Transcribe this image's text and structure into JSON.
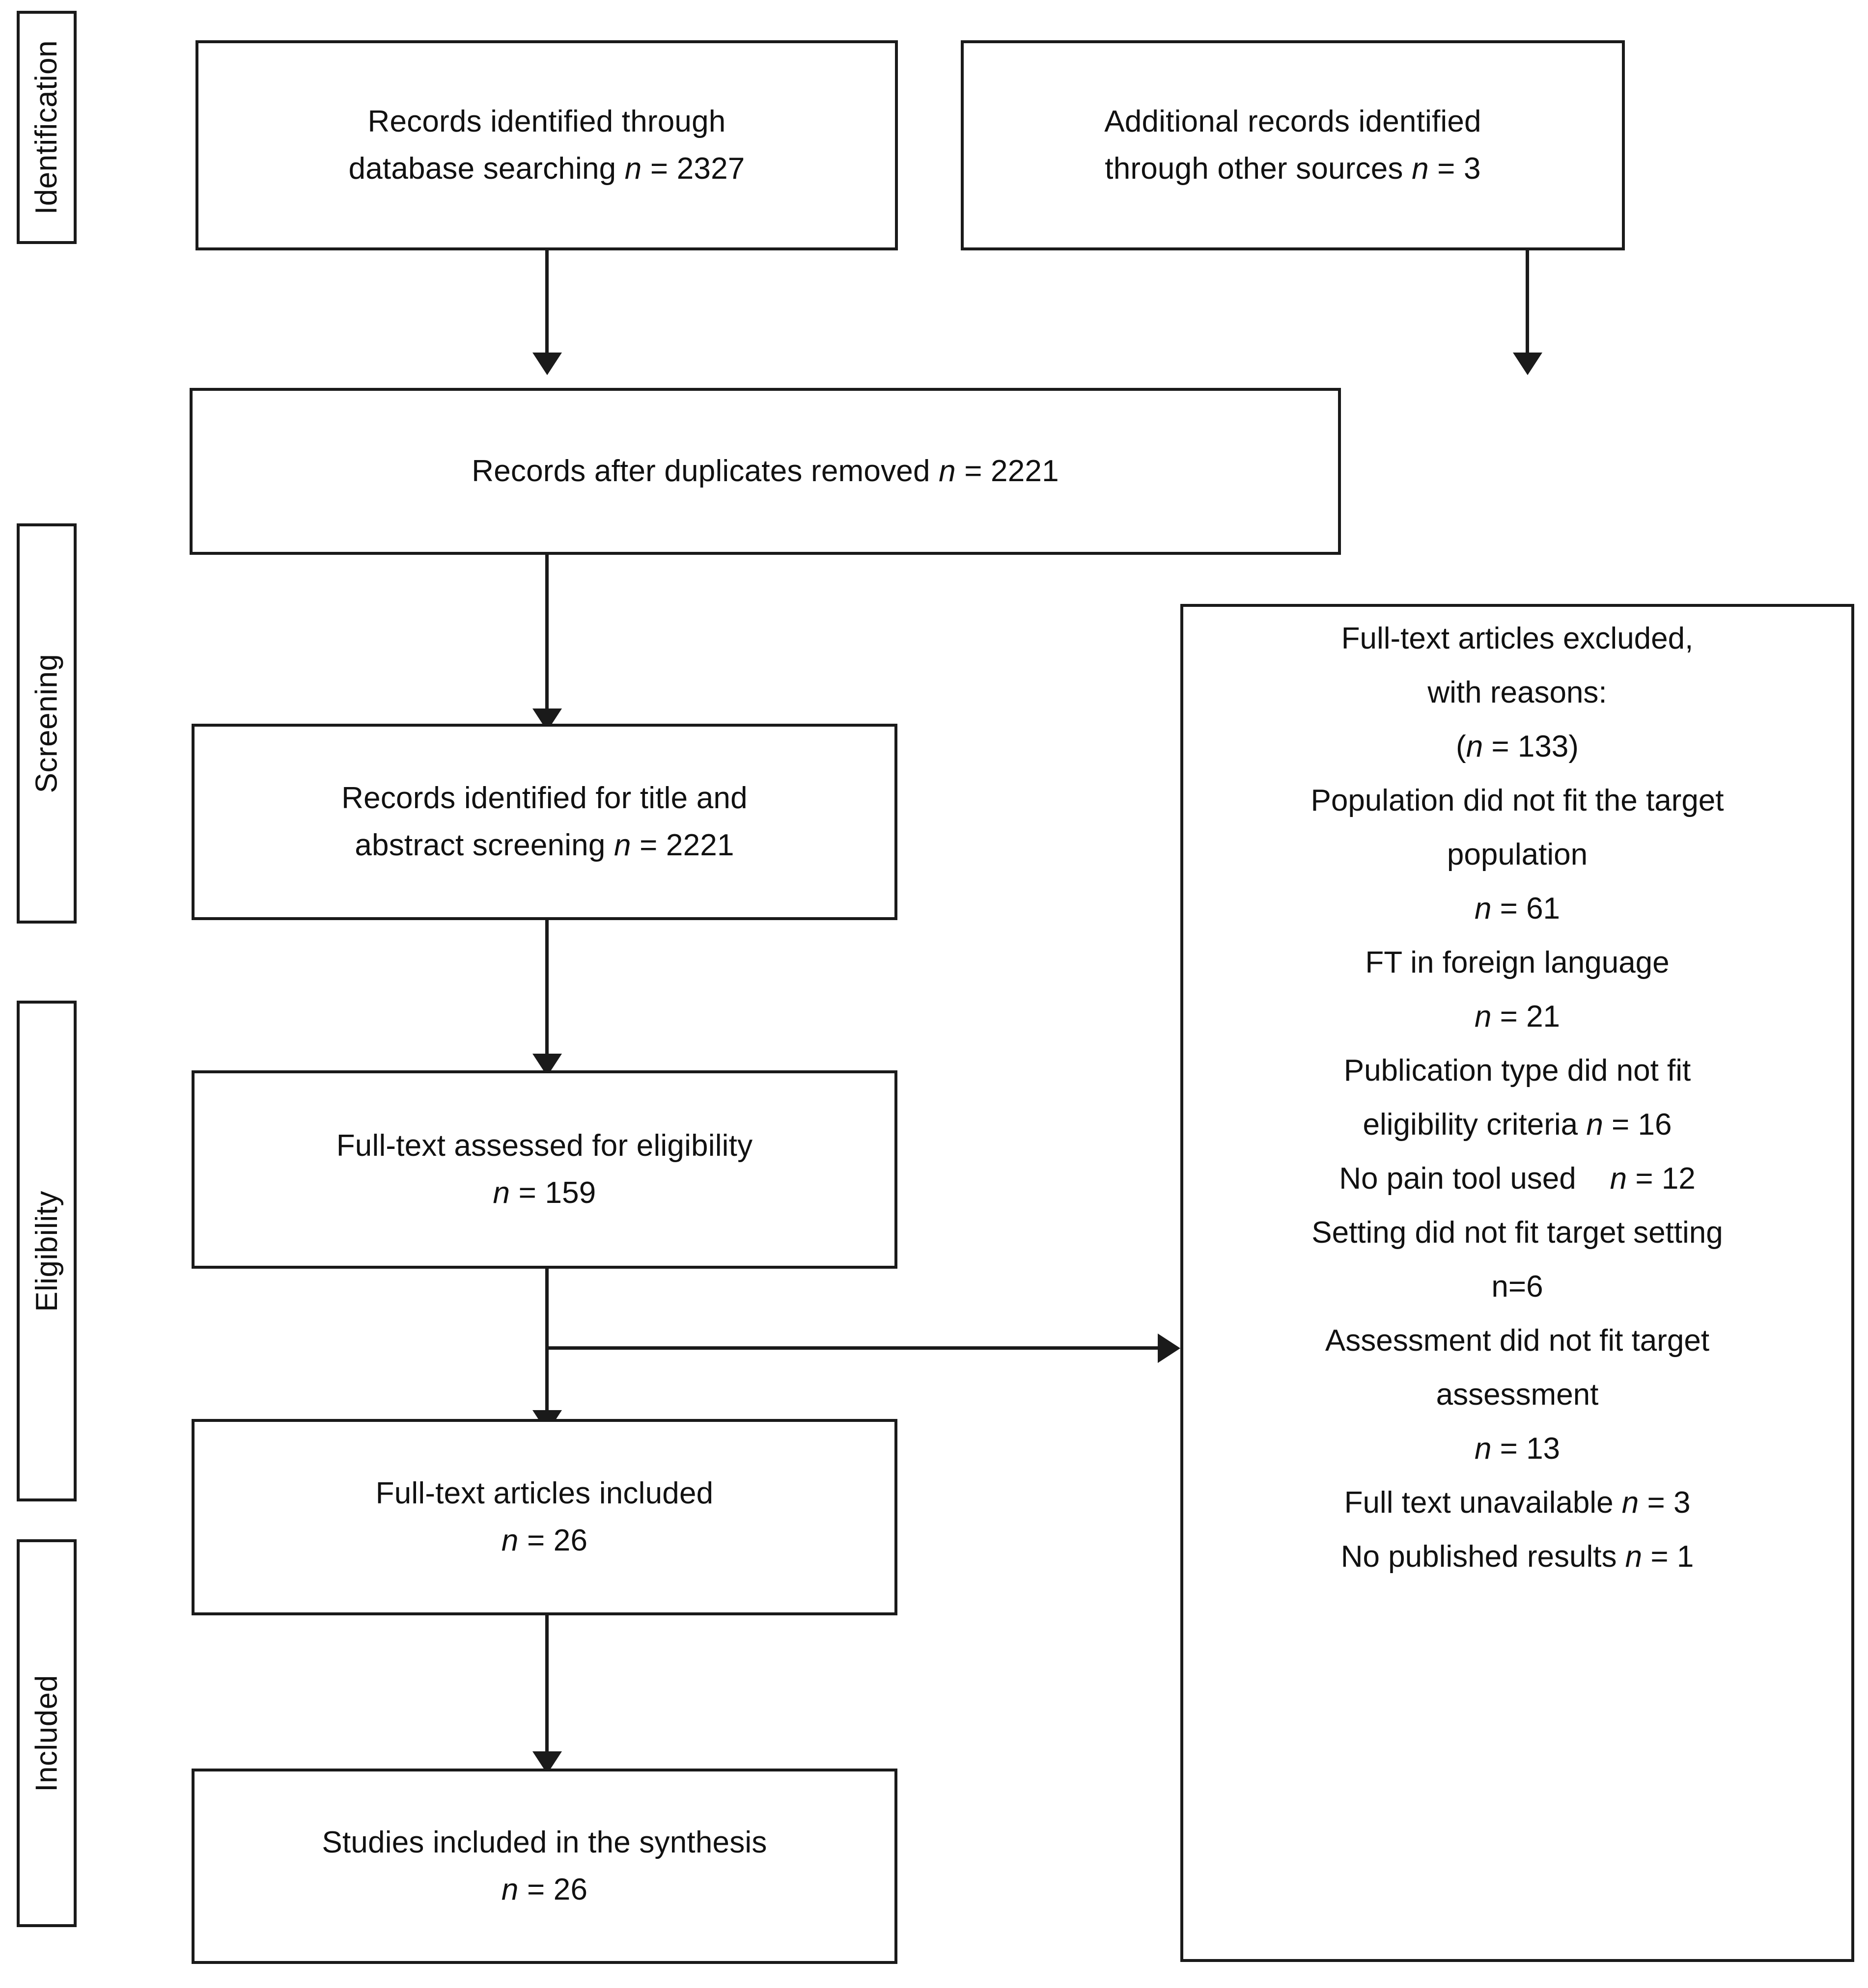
{
  "diagram": {
    "type": "prisma-flow-diagram",
    "stages": [
      {
        "id": "identification",
        "label": "Identification"
      },
      {
        "id": "screening",
        "label": "Screening"
      },
      {
        "id": "eligibility",
        "label": "Eligibility"
      },
      {
        "id": "included",
        "label": "Included"
      }
    ],
    "boxes": {
      "records_database": {
        "lines": [
          "Records identified through",
          "database searching n = 2327"
        ],
        "n": 2327
      },
      "records_other": {
        "lines": [
          "Additional records identified",
          "through other sources n = 3"
        ],
        "n": 3
      },
      "duplicates_removed": {
        "lines": [
          "Records after duplicates removed n = 2221"
        ],
        "n": 2221
      },
      "title_abstract_screening": {
        "lines": [
          "Records identified for title and",
          "abstract screening n = 2221"
        ],
        "n": 2221
      },
      "fulltext_eligibility": {
        "lines": [
          "Full-text assessed for eligibility",
          "n = 159"
        ],
        "n": 159
      },
      "fulltext_included": {
        "lines": [
          "Full-text articles included",
          "n = 26"
        ],
        "n": 26
      },
      "studies_synthesis": {
        "lines": [
          "Studies included in the synthesis",
          "n = 26"
        ],
        "n": 26
      },
      "excluded": {
        "lines": [
          "Full-text articles excluded,",
          "with reasons:",
          "(n = 133)",
          "Population did not fit the target",
          "population",
          "n = 61",
          "FT in foreign language",
          "n = 21",
          "Publication type did not fit",
          "eligibility criteria n = 16",
          "No pain tool used    n = 12",
          "Setting did not fit target setting",
          "n=6",
          "Assessment did not fit target",
          "assessment",
          "n = 13",
          "Full text unavailable n = 3",
          "No published results n = 1"
        ],
        "total": 133,
        "reasons": [
          {
            "reason": "Population did not fit the target population",
            "n": 61
          },
          {
            "reason": "FT in foreign language",
            "n": 21
          },
          {
            "reason": "Publication type did not fit eligibility criteria",
            "n": 16
          },
          {
            "reason": "No pain tool used",
            "n": 12
          },
          {
            "reason": "Setting did not fit target setting",
            "n": 6
          },
          {
            "reason": "Assessment did not fit target assessment",
            "n": 13
          },
          {
            "reason": "Full text unavailable",
            "n": 3
          },
          {
            "reason": "No published results",
            "n": 1
          }
        ]
      }
    },
    "colors": {
      "line": "#1a1a1a",
      "text": "#111111",
      "background": "#ffffff"
    }
  }
}
